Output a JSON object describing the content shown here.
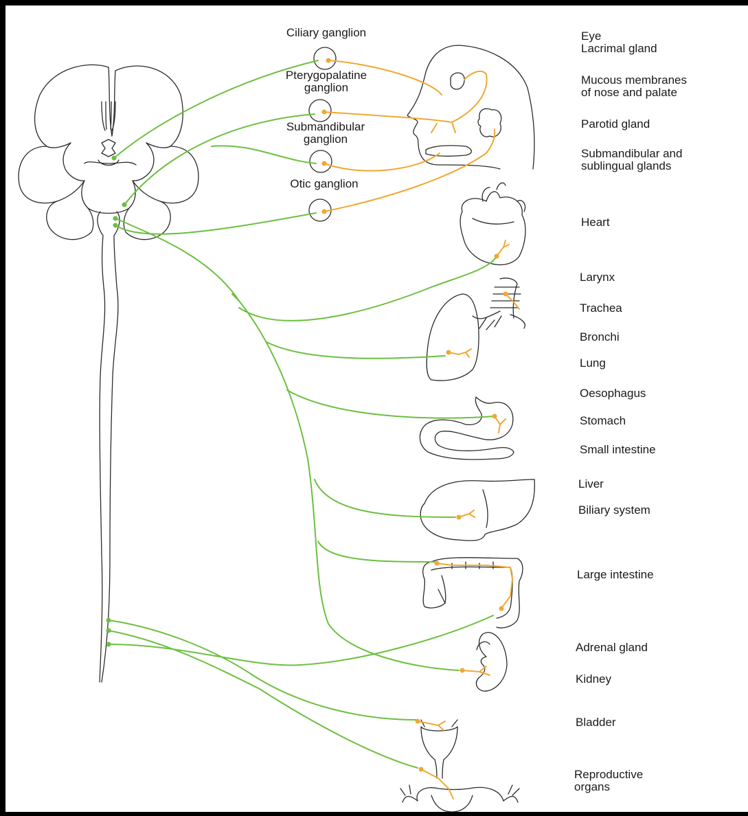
{
  "colors": {
    "preganglionic": "#6cbf3f",
    "postganglionic": "#f0a830",
    "outline": "#2a2a2a",
    "frame": "#000000",
    "background": "#ffffff"
  },
  "ganglia": {
    "ciliary": "Ciliary ganglion",
    "pterygopalatine": [
      "Pterygopalatine",
      "ganglion"
    ],
    "submandibular": [
      "Submandibular",
      "ganglion"
    ],
    "otic": "Otic ganglion"
  },
  "targets": {
    "eye": "Eye",
    "lacrimal": "Lacrimal gland",
    "mucous": [
      "Mucous membranes",
      "of nose and palate"
    ],
    "parotid": "Parotid gland",
    "subm_subl": [
      "Submandibular and",
      "sublingual glands"
    ],
    "heart": "Heart",
    "larynx": "Larynx",
    "trachea": "Trachea",
    "bronchi": "Bronchi",
    "lung": "Lung",
    "oesophagus": "Oesophagus",
    "stomach": "Stomach",
    "small_intestine": "Small intestine",
    "liver": "Liver",
    "biliary": "Biliary system",
    "large_intestine": "Large intestine",
    "adrenal": "Adrenal gland",
    "kidney": "Kidney",
    "bladder": "Bladder",
    "reproductive": [
      "Reproductive",
      "organs"
    ]
  }
}
